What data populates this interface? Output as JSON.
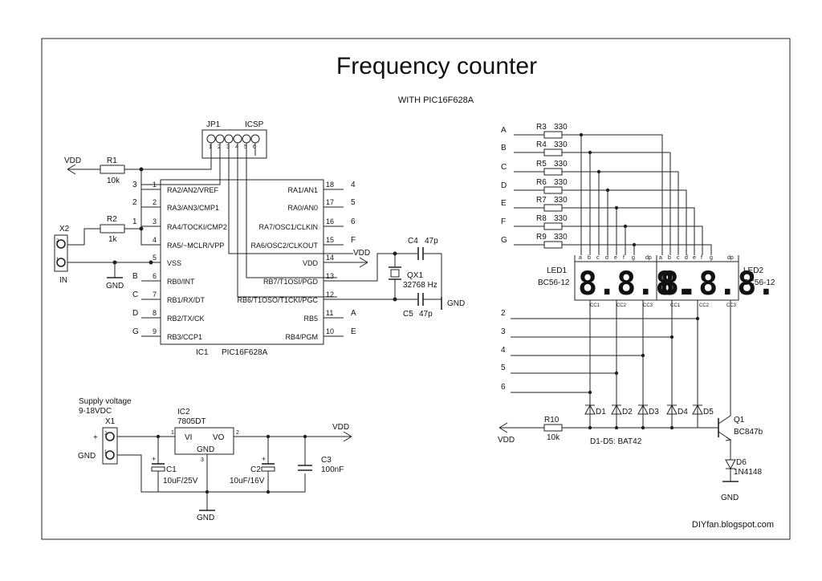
{
  "title": "Frequency counter",
  "subtitle": "WITH PIC16F628A",
  "footer": "DIYfan.blogspot.com",
  "power": {
    "vdd_r1": "VDD",
    "vdd_pin14": "VDD",
    "vdd_r10": "VDD",
    "vdd_reg": "VDD",
    "gnd_x2": "GND",
    "gnd_c5": "GND",
    "gnd_reg": "GND",
    "gnd_q1": "GND"
  },
  "jp1": {
    "ref": "JP1",
    "name": "ICSP",
    "pins": [
      "1",
      "2",
      "3",
      "4",
      "5",
      "6"
    ]
  },
  "r1": {
    "ref": "R1",
    "value": "10k"
  },
  "r2": {
    "ref": "R2",
    "value": "1k"
  },
  "x2": {
    "ref": "X2",
    "label": "IN",
    "pins": [
      "2",
      "1"
    ]
  },
  "ic1": {
    "ref": "IC1",
    "part": "PIC16F628A",
    "left_pins": [
      {
        "num": "1",
        "name": "RA2/AN2/VREF",
        "net": "3"
      },
      {
        "num": "2",
        "name": "RA3/AN3/CMP1",
        "net": "2"
      },
      {
        "num": "3",
        "name": "RA4/TOCKI/CMP2",
        "net": "1"
      },
      {
        "num": "4",
        "name": "RA5/~MCLR/VPP",
        "net": ""
      },
      {
        "num": "5",
        "name": "VSS",
        "net": ""
      },
      {
        "num": "6",
        "name": "RB0/INT",
        "net": "B"
      },
      {
        "num": "7",
        "name": "RB1/RX/DT",
        "net": "C"
      },
      {
        "num": "8",
        "name": "RB2/TX/CK",
        "net": "D"
      },
      {
        "num": "9",
        "name": "RB3/CCP1",
        "net": "G"
      }
    ],
    "right_pins": [
      {
        "num": "18",
        "name": "RA1/AN1",
        "net": "4"
      },
      {
        "num": "17",
        "name": "RA0/AN0",
        "net": "5"
      },
      {
        "num": "16",
        "name": "RA7/OSC1/CLKIN",
        "net": "6"
      },
      {
        "num": "15",
        "name": "RA6/OSC2/CLKOUT",
        "net": "F"
      },
      {
        "num": "14",
        "name": "VDD",
        "net": ""
      },
      {
        "num": "13",
        "name": "RB7/T1OSI/PGD",
        "net": ""
      },
      {
        "num": "12",
        "name": "RB6/T1OSO/T1CKI/PGC",
        "net": ""
      },
      {
        "num": "11",
        "name": "RB5",
        "net": "A"
      },
      {
        "num": "10",
        "name": "RB4/PGM",
        "net": "E"
      }
    ]
  },
  "c4": {
    "ref": "C4",
    "value": "47p"
  },
  "c5": {
    "ref": "C5",
    "value": "47p"
  },
  "qx1": {
    "ref": "QX1",
    "value": "32768 Hz"
  },
  "resistors": [
    {
      "net": "A",
      "ref": "R3",
      "value": "330"
    },
    {
      "net": "B",
      "ref": "R4",
      "value": "330"
    },
    {
      "net": "C",
      "ref": "R5",
      "value": "330"
    },
    {
      "net": "D",
      "ref": "R6",
      "value": "330"
    },
    {
      "net": "E",
      "ref": "R7",
      "value": "330"
    },
    {
      "net": "F",
      "ref": "R8",
      "value": "330"
    },
    {
      "net": "G",
      "ref": "R9",
      "value": "330"
    }
  ],
  "led1": {
    "ref": "LED1",
    "part": "BC56-12",
    "digits": "8.8.8.",
    "pins": [
      "a",
      "b",
      "c",
      "d",
      "e",
      "f",
      "g",
      "dp"
    ],
    "cc": [
      "CC1",
      "CC2",
      "CC3"
    ]
  },
  "led2": {
    "ref": "LED2",
    "part": "BC56-12",
    "digits": "8.8.8.",
    "pins": [
      "a",
      "b",
      "c",
      "d",
      "e",
      "f",
      "g",
      "dp"
    ],
    "cc": [
      "CC1",
      "CC2",
      "CC3"
    ]
  },
  "digit_nets": [
    "2",
    "3",
    "4",
    "5",
    "6"
  ],
  "diodes": [
    "D1",
    "D2",
    "D3",
    "D4",
    "D5"
  ],
  "diodes_note": "D1-D5: BAT42",
  "r10": {
    "ref": "R10",
    "value": "10k"
  },
  "q1": {
    "ref": "Q1",
    "part": "BC847b"
  },
  "d6": {
    "ref": "D6",
    "part": "1N4148"
  },
  "supply": {
    "label1": "Supply voltage",
    "label2": "9-18VDC",
    "x1": "X1",
    "plus": "+",
    "gnd": "GND",
    "x1_pins": [
      "2",
      "1"
    ],
    "ic2_ref": "IC2",
    "ic2_part": "7805DT",
    "ic2_vi": "VI",
    "ic2_vo": "VO",
    "ic2_gnd": "GND",
    "ic2_pins": [
      "1",
      "2",
      "3"
    ],
    "c1_ref": "C1",
    "c1_value": "10uF/25V",
    "c2_ref": "C2",
    "c2_value": "10uF/16V",
    "c3_ref": "C3",
    "c3_value": "100nF",
    "cap_plus": "+"
  }
}
